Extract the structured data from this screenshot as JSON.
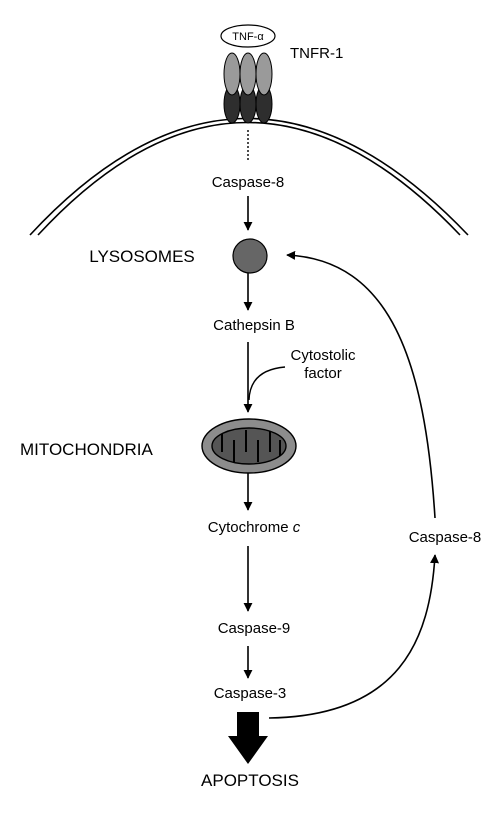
{
  "receptor": {
    "ligand_label": "TNF-α",
    "receptor_label": "TNFR-1"
  },
  "nodes": {
    "caspase8_top": "Caspase-8",
    "lysosomes": "LYSOSOMES",
    "cathepsin_b": "Cathepsin B",
    "cytosolic_factor_line1": "Cytostolic",
    "cytosolic_factor_line2": "factor",
    "mitochondria": "MITOCHONDRIA",
    "cytochrome_c_prefix": "Cytochrome",
    "cytochrome_c_suffix": "c",
    "caspase9": "Caspase-9",
    "caspase3": "Caspase-3",
    "apoptosis": "APOPTOSIS",
    "caspase8_feedback": "Caspase-8"
  },
  "colors": {
    "lysosome_fill": "#666666",
    "mitochondria_outer": "#8c8c8c",
    "mitochondria_inner": "#555555",
    "receptor_light": "#9a9a9a",
    "receptor_dark": "#3a3a3a"
  }
}
